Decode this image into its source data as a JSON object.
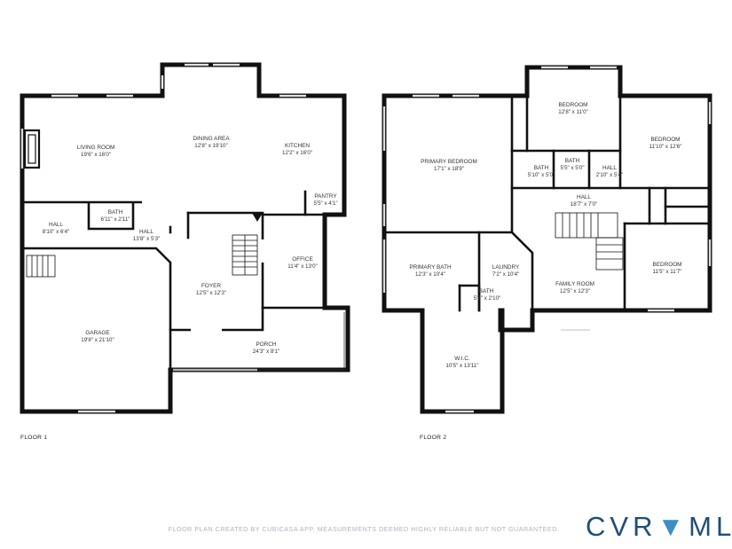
{
  "floors": [
    {
      "label": "FLOOR 1",
      "rooms": [
        {
          "name": "LIVING ROOM",
          "dims": "19'6\" x 16'0\""
        },
        {
          "name": "DINING AREA",
          "dims": "12'8\" x 19'10\""
        },
        {
          "name": "KITCHEN",
          "dims": "12'2\" x 16'0\""
        },
        {
          "name": "PANTRY",
          "dims": "5'5\" x 4'1\""
        },
        {
          "name": "HALL",
          "dims": "8'10\" x 6'4\""
        },
        {
          "name": "BATH",
          "dims": "6'11\" x 2'11\""
        },
        {
          "name": "HALL",
          "dims": "13'8\" x 5'3\""
        },
        {
          "name": "OFFICE",
          "dims": "11'4\" x 13'0\""
        },
        {
          "name": "FOYER",
          "dims": "12'5\" x 12'3\""
        },
        {
          "name": "GARAGE",
          "dims": "19'8\" x 21'10\""
        },
        {
          "name": "PORCH",
          "dims": "24'3\" x 8'1\""
        }
      ]
    },
    {
      "label": "FLOOR 2",
      "rooms": [
        {
          "name": "BEDROOM",
          "dims": "12'8\" x 11'0\""
        },
        {
          "name": "BEDROOM",
          "dims": "11'10\" x 12'6\""
        },
        {
          "name": "PRIMARY BEDROOM",
          "dims": "17'1\" x 18'9\""
        },
        {
          "name": "BATH",
          "dims": "5'10\" x 5'0\""
        },
        {
          "name": "BATH",
          "dims": "5'5\" x 5'0\""
        },
        {
          "name": "HALL",
          "dims": "2'10\" x 5'4\""
        },
        {
          "name": "HALL",
          "dims": "18'7\" x 7'0\""
        },
        {
          "name": "PRIMARY BATH",
          "dims": "12'3\" x 10'4\""
        },
        {
          "name": "LAUNDRY",
          "dims": "7'2\" x 10'4\""
        },
        {
          "name": "FAMILY ROOM",
          "dims": "12'5\" x 12'3\""
        },
        {
          "name": "BEDROOM",
          "dims": "11'5\" x 11'7\""
        },
        {
          "name": "BATH",
          "dims": "5'3\" x 2'10\""
        },
        {
          "name": "W.I.C.",
          "dims": "10'5\" x 13'11\""
        }
      ]
    }
  ],
  "footer": {
    "disclaimer": "FLOOR PLAN CREATED BY CUBICASA APP. MEASUREMENTS DEEMED HIGHLY RELIABLE BUT NOT GUARANTEED.",
    "brand_left": "CVR",
    "brand_right": "MLS"
  }
}
